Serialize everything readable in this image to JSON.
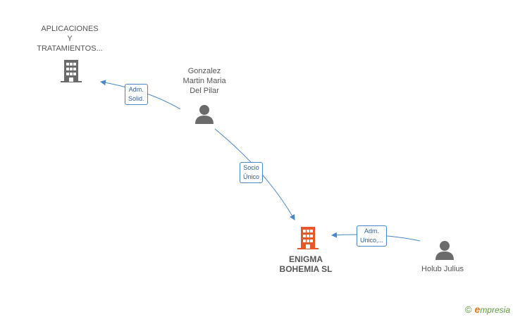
{
  "nodes": {
    "aplicaciones": {
      "label": "APLICACIONES\nY\nTRATAMIENTOS...",
      "type": "company"
    },
    "gonzalez": {
      "label": "Gonzalez\nMartin Maria\nDel Pilar",
      "type": "person"
    },
    "enigma": {
      "label": "ENIGMA\nBOHEMIA SL",
      "type": "company-main"
    },
    "holub": {
      "label": "Holub Julius",
      "type": "person"
    }
  },
  "edges": {
    "adm_solid": {
      "label": "Adm.\nSolid."
    },
    "socio_unico": {
      "label": "Socio\nÚnico"
    },
    "adm_unico": {
      "label": "Adm.\nUnico,..."
    }
  },
  "colors": {
    "company": "#6b6b6b",
    "company_main": "#e8572a",
    "person": "#6b6b6b",
    "edge": "#4a86c8"
  },
  "brand": {
    "copyright": "©",
    "e": "e",
    "rest": "mpresia"
  }
}
